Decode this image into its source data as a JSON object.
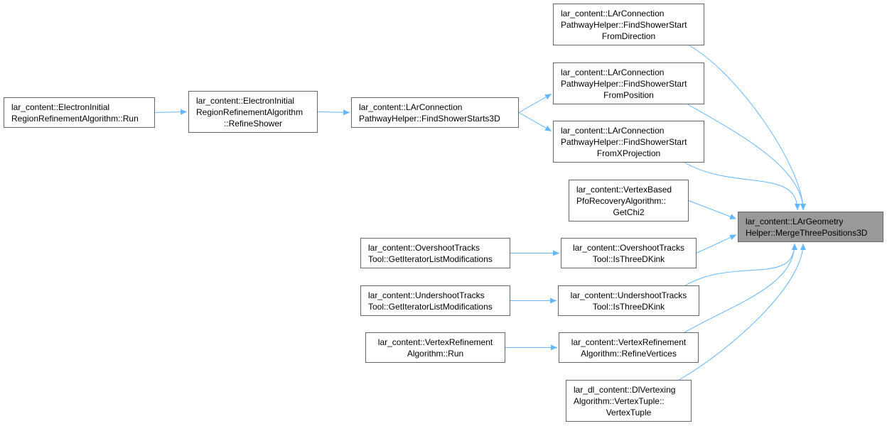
{
  "colors": {
    "edge": "#63b8ff",
    "node_border": "#666666",
    "root_fill": "#999999"
  },
  "nodes": {
    "electron_run": {
      "lines": [
        "lar_content::ElectronInitial",
        "RegionRefinementAlgorithm::Run"
      ]
    },
    "electron_refine_shower": {
      "lines": [
        "lar_content::ElectronInitial",
        "RegionRefinementAlgorithm",
        "::RefineShower"
      ]
    },
    "find_shower_starts_3d": {
      "lines": [
        "lar_content::LArConnection",
        "PathwayHelper::FindShowerStarts3D"
      ]
    },
    "find_shower_start_from_direction": {
      "lines": [
        "lar_content::LArConnection",
        "PathwayHelper::FindShowerStart",
        "FromDirection"
      ]
    },
    "find_shower_start_from_position": {
      "lines": [
        "lar_content::LArConnection",
        "PathwayHelper::FindShowerStart",
        "FromPosition"
      ]
    },
    "find_shower_start_from_x_projection": {
      "lines": [
        "lar_content::LArConnection",
        "PathwayHelper::FindShowerStart",
        "FromXProjection"
      ]
    },
    "vertex_based_pfo_get_chi2": {
      "lines": [
        "lar_content::VertexBased",
        "PfoRecoveryAlgorithm::",
        "GetChi2"
      ]
    },
    "overshoot_get_iterator": {
      "lines": [
        "lar_content::OvershootTracks",
        "Tool::GetIteratorListModifications"
      ]
    },
    "overshoot_is_three_d_kink": {
      "lines": [
        "lar_content::OvershootTracks",
        "Tool::IsThreeDKink"
      ]
    },
    "undershoot_get_iterator": {
      "lines": [
        "lar_content::UndershootTracks",
        "Tool::GetIteratorListModifications"
      ]
    },
    "undershoot_is_three_d_kink": {
      "lines": [
        "lar_content::UndershootTracks",
        "Tool::IsThreeDKink"
      ]
    },
    "vertex_refinement_run": {
      "lines": [
        "lar_content::VertexRefinement",
        "Algorithm::Run"
      ]
    },
    "vertex_refinement_refine_vertices": {
      "lines": [
        "lar_content::VertexRefinement",
        "Algorithm::RefineVertices"
      ]
    },
    "dl_vertex_tuple": {
      "lines": [
        "lar_dl_content::DlVertexing",
        "Algorithm::VertexTuple::",
        "VertexTuple"
      ]
    },
    "merge_three_positions_3d": {
      "lines": [
        "lar_content::LArGeometry",
        "Helper::MergeThreePositions3D"
      ]
    }
  },
  "edges": [
    {
      "from": "electron_run",
      "to": "electron_refine_shower"
    },
    {
      "from": "electron_refine_shower",
      "to": "find_shower_starts_3d"
    },
    {
      "from": "find_shower_starts_3d",
      "to": "find_shower_start_from_position"
    },
    {
      "from": "find_shower_starts_3d",
      "to": "find_shower_start_from_x_projection"
    },
    {
      "from": "find_shower_start_from_direction",
      "to": "merge_three_positions_3d"
    },
    {
      "from": "find_shower_start_from_position",
      "to": "merge_three_positions_3d"
    },
    {
      "from": "find_shower_start_from_x_projection",
      "to": "merge_three_positions_3d"
    },
    {
      "from": "vertex_based_pfo_get_chi2",
      "to": "merge_three_positions_3d"
    },
    {
      "from": "overshoot_get_iterator",
      "to": "overshoot_is_three_d_kink"
    },
    {
      "from": "overshoot_is_three_d_kink",
      "to": "merge_three_positions_3d"
    },
    {
      "from": "undershoot_get_iterator",
      "to": "undershoot_is_three_d_kink"
    },
    {
      "from": "undershoot_is_three_d_kink",
      "to": "merge_three_positions_3d"
    },
    {
      "from": "vertex_refinement_run",
      "to": "vertex_refinement_refine_vertices"
    },
    {
      "from": "vertex_refinement_refine_vertices",
      "to": "merge_three_positions_3d"
    },
    {
      "from": "dl_vertex_tuple",
      "to": "merge_three_positions_3d"
    }
  ]
}
